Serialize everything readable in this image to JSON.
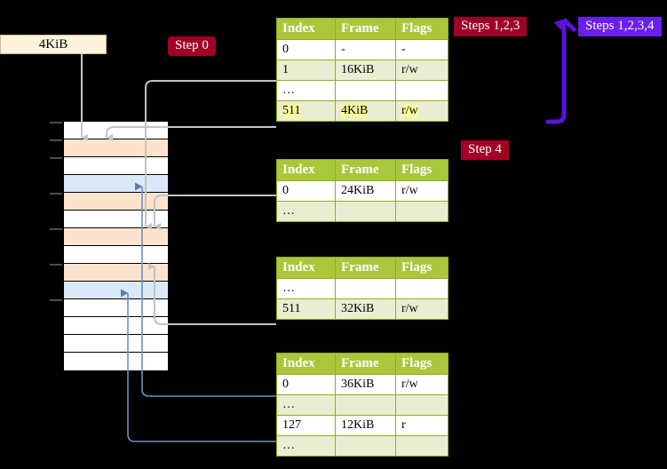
{
  "diagram": {
    "title_badges": [
      {
        "id": "step0",
        "label": "Step 0",
        "color": "#a20024"
      },
      {
        "id": "steps123",
        "label": "Steps 1,2,3",
        "color": "#9e0028"
      },
      {
        "id": "steps1234",
        "label": "Steps 1,2,3,4",
        "color": "#6a1ef0"
      },
      {
        "id": "step4",
        "label": "Step 4",
        "color": "#a20024"
      }
    ],
    "size_box": {
      "label": "4KiB",
      "fill": "#fdf3dc",
      "stroke": "#c9bc8e"
    },
    "colors": {
      "table_header": "#aac73c",
      "table_border": "#93ad17",
      "row_alt": "#e9eed3",
      "highlight": "#fbfa9a",
      "mem_peach": "#fde3cd",
      "mem_blue": "#dbe8f8",
      "wire_grey": "#b5b5b5",
      "wire_blue": "#6f8fc0",
      "arrow_violet": "#5b10e0"
    },
    "memory_column": {
      "name": "physical-memory",
      "rows": [
        {
          "fill": "white"
        },
        {
          "fill": "peach"
        },
        {
          "fill": "white"
        },
        {
          "fill": "blue"
        },
        {
          "fill": "peach"
        },
        {
          "fill": "white"
        },
        {
          "fill": "peach"
        },
        {
          "fill": "white"
        },
        {
          "fill": "peach"
        },
        {
          "fill": "blue"
        },
        {
          "fill": "white"
        },
        {
          "fill": "white"
        },
        {
          "fill": "white"
        },
        {
          "fill": "white"
        }
      ]
    },
    "tables": [
      {
        "id": "table-level-0",
        "headers": [
          "Index",
          "Frame",
          "Flags"
        ],
        "rows": [
          {
            "style": "plain",
            "cells": [
              "0",
              "-",
              "-"
            ],
            "highlight": false
          },
          {
            "style": "alt",
            "cells": [
              "1",
              "16KiB",
              "r/w"
            ],
            "highlight": false
          },
          {
            "style": "plain",
            "cells": [
              "…",
              "",
              ""
            ],
            "highlight": false
          },
          {
            "style": "alt",
            "cells": [
              "511",
              "4KiB",
              "r/w"
            ],
            "highlight": true
          }
        ]
      },
      {
        "id": "table-level-1",
        "headers": [
          "Index",
          "Frame",
          "Flags"
        ],
        "rows": [
          {
            "style": "plain",
            "cells": [
              "0",
              "24KiB",
              "r/w"
            ],
            "highlight": false
          },
          {
            "style": "alt",
            "cells": [
              "…",
              "",
              ""
            ],
            "highlight": false
          }
        ]
      },
      {
        "id": "table-level-2",
        "headers": [
          "Index",
          "Frame",
          "Flags"
        ],
        "rows": [
          {
            "style": "plain",
            "cells": [
              "…",
              "",
              ""
            ],
            "highlight": false
          },
          {
            "style": "alt",
            "cells": [
              "511",
              "32KiB",
              "r/w"
            ],
            "highlight": false
          }
        ]
      },
      {
        "id": "table-level-3",
        "headers": [
          "Index",
          "Frame",
          "Flags"
        ],
        "rows": [
          {
            "style": "plain",
            "cells": [
              "0",
              "36KiB",
              "r/w"
            ],
            "highlight": false
          },
          {
            "style": "alt",
            "cells": [
              "…",
              "",
              ""
            ],
            "highlight": false
          },
          {
            "style": "plain",
            "cells": [
              "127",
              "12KiB",
              "r"
            ],
            "highlight": false
          },
          {
            "style": "alt",
            "cells": [
              "…",
              "",
              ""
            ],
            "highlight": false
          }
        ]
      }
    ]
  }
}
